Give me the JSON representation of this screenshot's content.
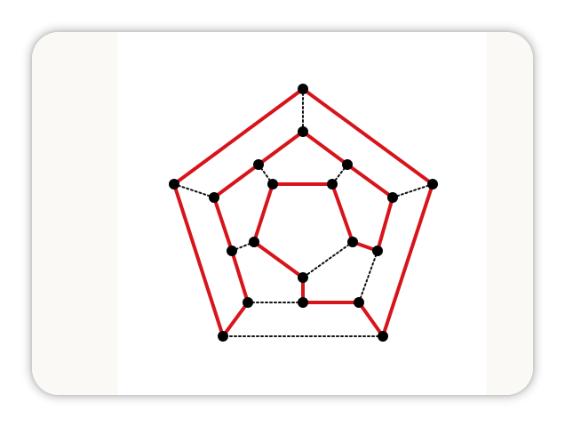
{
  "diagram": {
    "type": "hamiltonian-cycle-dodecahedron",
    "colors": {
      "cycle_edge": "#d8141b",
      "other_edge": "#111111",
      "vertex": "#000000",
      "background": "#ffffff",
      "card_margin": "#faf9f5"
    },
    "vertex_count": 20,
    "cycle_edge_count": 20,
    "dotted_edge_count": 10
  }
}
